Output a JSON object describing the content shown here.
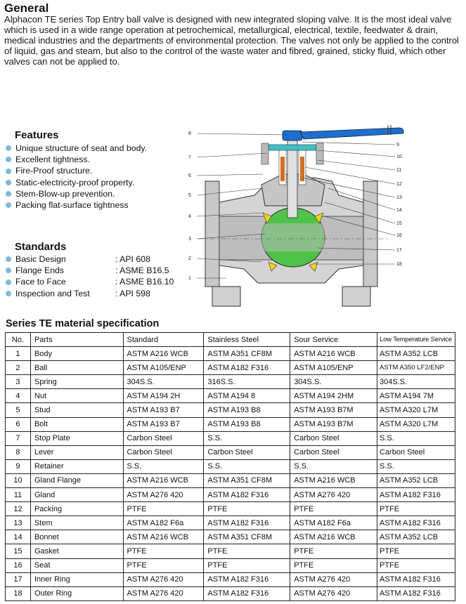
{
  "general": {
    "title": "General",
    "text": "Alphacon TE series Top Entry ball valve is designed with new integrated sloping valve. It is the most ideal valve which is used in a wide range operation at petrochemical, metallurgical, electrical, textile, feedwater & drain, medical industries and the departments of environmental protection. The valves  not only be applied to the control of liquid, gas and steam, but also to the control of the waste water and fibred, grained, sticky fluid, which other valves can not be applied to."
  },
  "features": {
    "title": "Features",
    "items": [
      "Unique structure of seat and body.",
      "Excellent tightness.",
      "Fire-Proof structure.",
      "Static-electricity-proof property.",
      "Stem-Blow-up prevention.",
      "Packing flat-surface tightness"
    ]
  },
  "standards": {
    "title": "Standards",
    "items": [
      {
        "label": "Basic Design",
        "value": ": API 608"
      },
      {
        "label": "Flange Ends",
        "value": ": ASME B16.5"
      },
      {
        "label": "Face to Face",
        "value": ": ASME B16.10"
      },
      {
        "label": "Inspection and Test",
        "value": ": API 598"
      }
    ]
  },
  "diagram": {
    "callouts": [
      "1",
      "2",
      "3",
      "4",
      "5",
      "6",
      "7",
      "8",
      "9",
      "10",
      "11",
      "12",
      "13",
      "14",
      "15",
      "16",
      "17",
      "18"
    ],
    "colors": {
      "lever": "#1f6fd0",
      "ball": "#4fc24a",
      "seat": "#f2d21a",
      "spring": "#d07020",
      "gland": "#3fbfc8",
      "body": "#c8c8c8"
    }
  },
  "spec": {
    "title": "Series TE material specification",
    "headers": [
      "No.",
      "Parts",
      "Standard",
      "Stainless Steel",
      "Sour Service",
      "Low Temperature Service"
    ],
    "rows": [
      [
        "1",
        "Body",
        "ASTM A216 WCB",
        "ASTM A351 CF8M",
        "ASTM A216 WCB",
        "ASTM A352 LCB"
      ],
      [
        "2",
        "Ball",
        "ASTM A105/ENP",
        "ASTM A182 F316",
        "ASTM A105/ENP",
        "ASTM A350 LF2/ENP"
      ],
      [
        "3",
        "Spring",
        "304S.S.",
        "316S.S.",
        "304S.S.",
        "304S.S."
      ],
      [
        "4",
        "Nut",
        "ASTM A194 2H",
        "ASTM A194 8",
        "ASTM A194 2HM",
        "ASTM A194 7M"
      ],
      [
        "5",
        "Stud",
        "ASTM A193 B7",
        "ASTM A193 B8",
        "ASTM A193 B7M",
        "ASTM A320 L7M"
      ],
      [
        "6",
        "Bolt",
        "ASTM A193 B7",
        "ASTM A193 B8",
        "ASTM A193 B7M",
        "ASTM A320 L7M"
      ],
      [
        "7",
        "Stop Plate",
        "Carbon Steel",
        "S.S.",
        "Carbon Steel",
        "S.S."
      ],
      [
        "8",
        "Lever",
        "Carbon Steel",
        "Carbon Steel",
        "Carbon Steel",
        "Carbon Steel"
      ],
      [
        "9",
        "Retainer",
        "S.S.",
        "S.S.",
        "S.S.",
        "S.S."
      ],
      [
        "10",
        "Gland Flange",
        "ASTM A216 WCB",
        "ASTM A351 CF8M",
        "ASTM A216 WCB",
        "ASTM A352 LCB"
      ],
      [
        "11",
        "Gland",
        "ASTM A276 420",
        "ASTM A182 F316",
        "ASTM A276 420",
        "ASTM A182 F316"
      ],
      [
        "12",
        "Packing",
        "PTFE",
        "PTFE",
        "PTFE",
        "PTFE"
      ],
      [
        "13",
        "Stem",
        "ASTM A182 F6a",
        "ASTM A182 F316",
        "ASTM A182 F6a",
        "ASTM A182 F316"
      ],
      [
        "14",
        "Bonnet",
        "ASTM A216 WCB",
        "ASTM A351 CF8M",
        "ASTM A216 WCB",
        "ASTM A352 LCB"
      ],
      [
        "15",
        "Gasket",
        "PTFE",
        "PTFE",
        "PTFE",
        "PTFE"
      ],
      [
        "16",
        "Seat",
        "PTFE",
        "PTFE",
        "PTFE",
        "PTFE"
      ],
      [
        "17",
        "Inner Ring",
        "ASTM A276 420",
        "ASTM A182 F316",
        "ASTM A276 420",
        "ASTM A182 F316"
      ],
      [
        "18",
        "Outer Ring",
        "ASTM A276 420",
        "ASTM A182 F316",
        "ASTM A276 420",
        "ASTM A182 F316"
      ]
    ]
  }
}
